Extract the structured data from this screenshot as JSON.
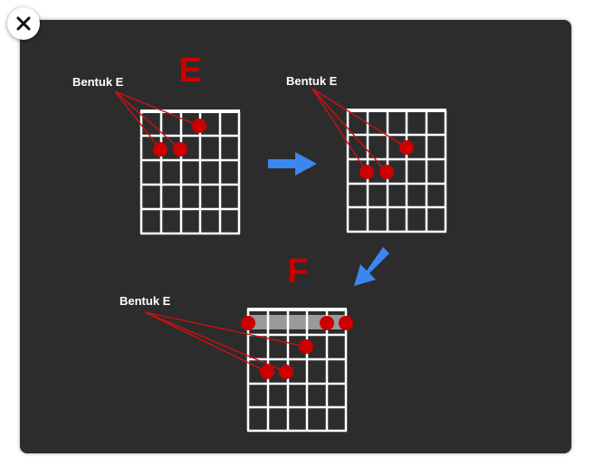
{
  "dialog": {
    "close_label": "×"
  },
  "diagram": {
    "chord_e": "E",
    "chord_f": "F",
    "label_top_left": "Bentuk E",
    "label_top_right": "Bentuk E",
    "label_bottom": "Bentuk E"
  },
  "colors": {
    "panel": "#2c2c2d",
    "dot": "#cc0000",
    "chord_letter": "#cc0000",
    "arrow": "#3b86f0",
    "grid": "#ffffff",
    "barre": "#9a9a9a"
  }
}
